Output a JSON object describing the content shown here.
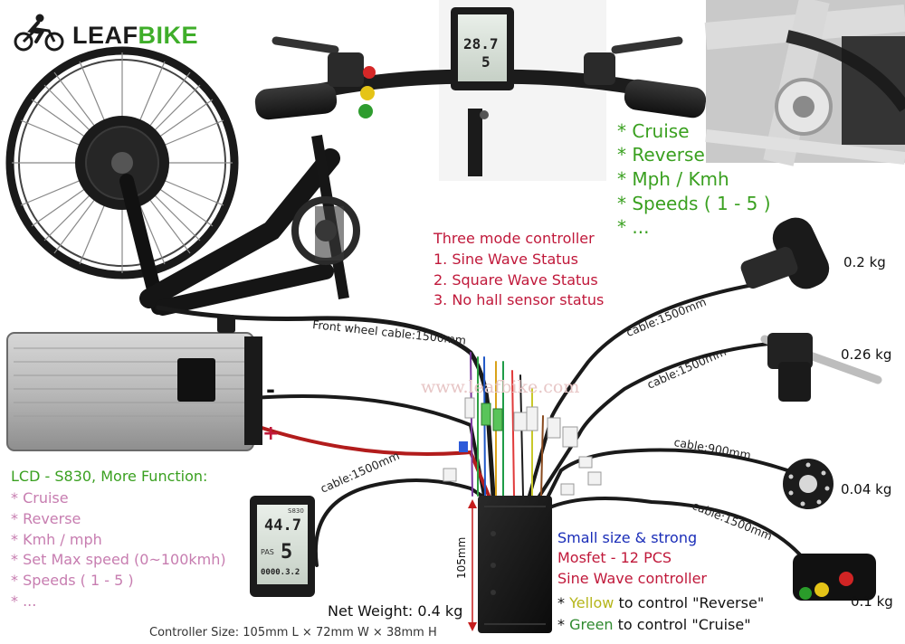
{
  "brand": {
    "leaf": "LEAF",
    "bike": "BIKE"
  },
  "watermark": "www.leafbike.com",
  "features_top": [
    "* Cruise",
    "* Reverse",
    "* Mph / Kmh",
    "* Speeds ( 1 - 5 )",
    "* ..."
  ],
  "controller_modes": {
    "title": "Three mode controller",
    "items": [
      "1. Sine Wave Status",
      "2. Square Wave Status",
      "3. No hall sensor status"
    ]
  },
  "lcd": {
    "title": "LCD - S830, More Function:",
    "items": [
      "* Cruise",
      "* Reverse",
      "* Kmh / mph",
      "* Set Max speed (0~100kmh)",
      "* Speeds ( 1 - 5 )",
      "* ..."
    ],
    "screen_speed": "44.7",
    "screen_pas": "5",
    "screen_odo": "0000.3.2",
    "screen_label": "PAS",
    "screen_brand": "S830"
  },
  "handlebar_display": {
    "speed": "28.7",
    "pas": "5"
  },
  "cables": {
    "front_wheel": "Front wheel cable:1500mm",
    "throttle": "cable:1500mm",
    "brake": "cable:1500mm",
    "pas": "cable:900mm",
    "switch": "cable:1500mm",
    "lcd": "cable:1500mm"
  },
  "weights": {
    "throttle": "0.2 kg",
    "brake": "0.26 kg",
    "pas": "0.04 kg",
    "switch": "0.1 kg"
  },
  "battery": {
    "minus": "-",
    "plus": "+"
  },
  "controller": {
    "height_label": "105mm",
    "line1": "Small size & strong",
    "line2": "Mosfet - 12 PCS",
    "line3": "Sine Wave controller",
    "net_weight": "Net Weight: 0.4 kg",
    "size": "Controller Size: 105mm L × 72mm W × 38mm H"
  },
  "switch_notes": {
    "yellow_prefix": "* ",
    "yellow_word": "Yellow",
    "yellow_rest": " to control \"Reverse\"",
    "green_prefix": "* ",
    "green_word": "Green",
    "green_rest": " to control \"Cruise\""
  },
  "colors": {
    "green_text": "#3aa020",
    "red_text": "#c0183a",
    "pink_text": "#c77db0",
    "blue_text": "#1a2db8",
    "yellow_word": "#b5b51a",
    "green_word": "#2f8a2f"
  }
}
